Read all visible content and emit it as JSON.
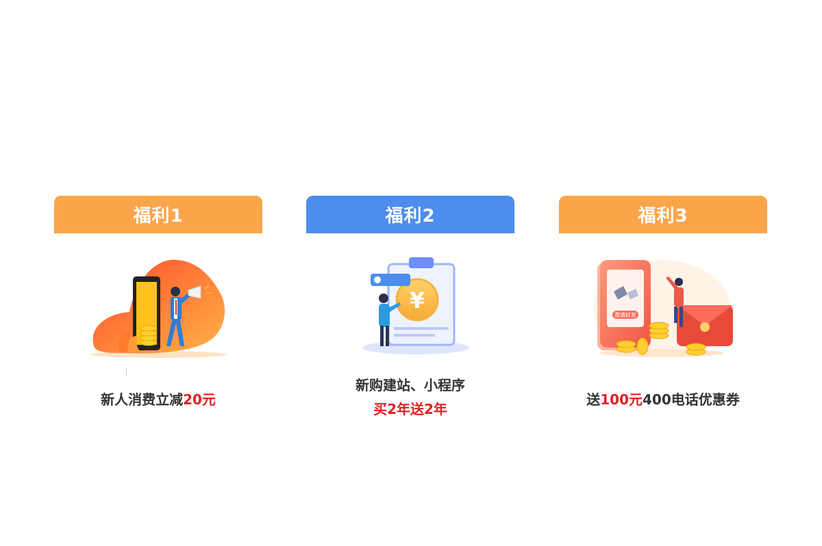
{
  "colors": {
    "orange": "#fba54b",
    "blue": "#4d8ded",
    "red": "#e02020",
    "text": "#333333"
  },
  "cards": [
    {
      "title": "福利1",
      "icon": "megaphone-phone-coins-illustration",
      "caption_pre": "新人消费立减",
      "caption_highlight": "20元"
    },
    {
      "title": "福利2",
      "icon": "clipboard-yuan-coin-illustration",
      "caption_line1": "新购建站、小程序",
      "caption_line2": "买2年送2年"
    },
    {
      "title": "福利3",
      "icon": "phone-redpacket-coins-illustration",
      "caption_pre": "送",
      "caption_highlight": "100元",
      "caption_post": "400电话优惠券",
      "phone_button_text": "邀请好友"
    }
  ]
}
